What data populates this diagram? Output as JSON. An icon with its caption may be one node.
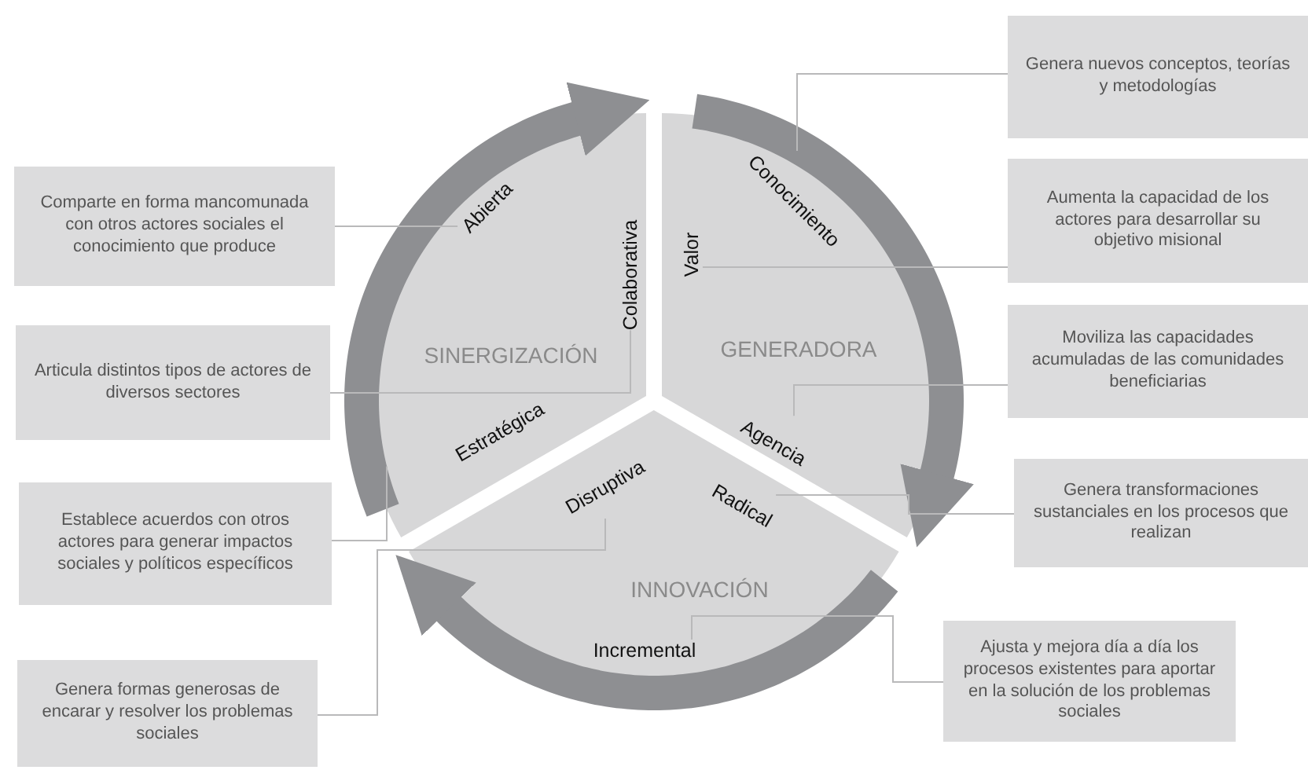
{
  "diagram": {
    "nodes": [
      {
        "text": [
          "SINERGIZACIÓN"
        ]
      },
      {
        "text": [
          "Abierta"
        ],
        "in": 0
      },
      {
        "text": [
          "Colaborativa"
        ],
        "in": 0
      },
      {
        "text": [
          "Estratégica"
        ],
        "in": 0
      },
      {
        "text": [
          "GENERADORA"
        ]
      },
      {
        "text": [
          "Valor"
        ],
        "in": 4
      },
      {
        "text": [
          "Conocimiento"
        ],
        "in": 4
      },
      {
        "text": [
          "Agencia"
        ],
        "in": 4
      },
      {
        "text": [
          "INNOVACIÓN"
        ]
      },
      {
        "text": [
          "Disruptiva"
        ],
        "in": 8
      },
      {
        "text": [
          "Radical"
        ],
        "in": 8
      },
      {
        "text": [
          "Incremental"
        ],
        "in": 8
      },
      {
        "text": [
          "Genera nuevos conceptos, teorías y metodologías"
        ]
      },
      {
        "text": [
          "Aumenta la capacidad de los actores para desarrollar su objetivo misional"
        ]
      },
      {
        "text": [
          "Moviliza las capacidades acumuladas de las comunidades beneficiarias"
        ]
      },
      {
        "text": [
          "Genera transformaciones sustanciales en los procesos que realizan"
        ]
      },
      {
        "text": [
          "Ajusta y mejora día a día los procesos existentes para aportar en la solución de los problemas sociales"
        ]
      },
      {
        "text": [
          "Comparte en forma mancomunada con otros actores sociales el conocimiento que produce"
        ]
      },
      {
        "text": [
          "Articula distintos tipos de actores de diversos sectores"
        ]
      },
      {
        "text": [
          "Establece acuerdos con otros actores para generar impactos sociales y políticos específicos"
        ]
      },
      {
        "text": [
          "Genera formas generosas de encarar y resolver los problemas sociales"
        ]
      }
    ],
    "edges": [
      {
        "from": 0,
        "to": 4,
        "arrow": "to",
        "style": "thick",
        "color": "#8e8f92"
      },
      {
        "from": 4,
        "to": 8,
        "arrow": "to",
        "style": "thick",
        "color": "#8e8f92"
      },
      {
        "from": 8,
        "to": 0,
        "arrow": "to",
        "style": "thick",
        "color": "#8e8f92"
      },
      {
        "from": 12,
        "to": 6,
        "arrow": "none"
      },
      {
        "from": 13,
        "to": 5,
        "arrow": "none"
      },
      {
        "from": 14,
        "to": 7,
        "arrow": "none"
      },
      {
        "from": 15,
        "to": 10,
        "arrow": "none"
      },
      {
        "from": 16,
        "to": 11,
        "arrow": "none"
      },
      {
        "from": 17,
        "to": 1,
        "arrow": "none"
      },
      {
        "from": 18,
        "to": 2,
        "arrow": "none"
      },
      {
        "from": 19,
        "to": 3,
        "arrow": "none"
      },
      {
        "from": 20,
        "to": 9,
        "arrow": "none"
      }
    ]
  }
}
